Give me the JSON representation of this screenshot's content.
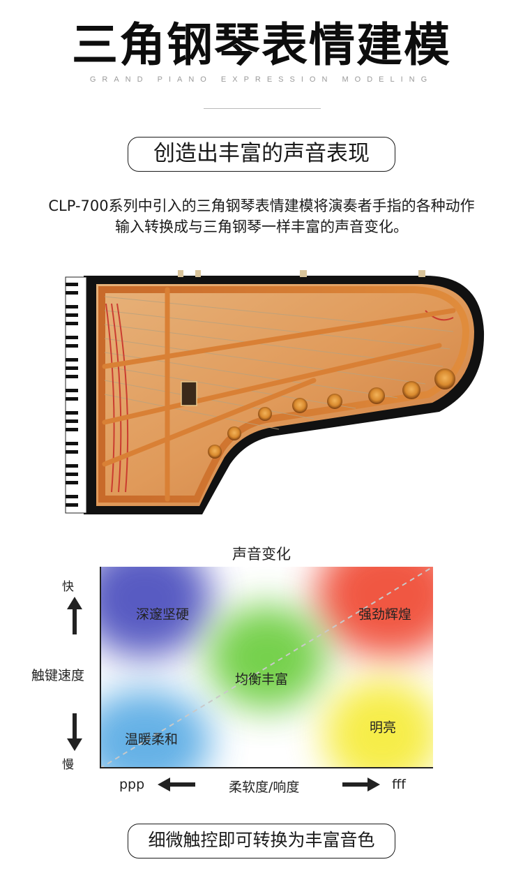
{
  "header": {
    "title": "三角钢琴表情建模",
    "subtitle": "GRAND PIANO EXPRESSION MODELING"
  },
  "section": {
    "heading": "创造出丰富的声音表现",
    "description_line1": "CLP-700系列中引入的三角钢琴表情建模将演奏者手指的各种动作",
    "description_line2": "输入转换成与三角钢琴一样丰富的声音变化。"
  },
  "chart_data": {
    "type": "heatmap",
    "title": "声音变化",
    "ylabel": "触键速度",
    "xlabel": "柔软度/响度",
    "y_top_label": "快",
    "y_bottom_label": "慢",
    "x_left_label": "ppp",
    "x_right_label": "fff",
    "regions": [
      {
        "label": "深邃坚硬",
        "color": "#3b3fb8",
        "x": "left",
        "y": "top"
      },
      {
        "label": "强劲辉煌",
        "color": "#ee3a22",
        "x": "right",
        "y": "top"
      },
      {
        "label": "均衡丰富",
        "color": "#5fc92e",
        "x": "center",
        "y": "middle"
      },
      {
        "label": "温暖柔和",
        "color": "#3f9ee0",
        "x": "left",
        "y": "bottom"
      },
      {
        "label": "明亮",
        "color": "#f5ea2a",
        "x": "right",
        "y": "bottom"
      }
    ]
  },
  "footer": {
    "tagline": "细微触控即可转换为丰富音色"
  },
  "icons": {
    "up": "arrow-up-icon",
    "down": "arrow-down-icon",
    "left": "arrow-left-icon",
    "right": "arrow-right-icon"
  }
}
